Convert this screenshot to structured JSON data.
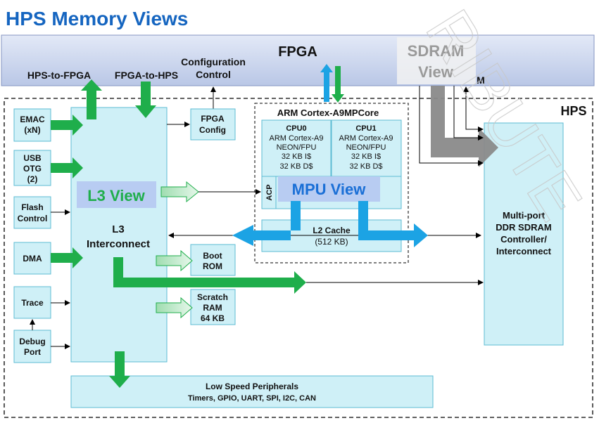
{
  "title": "HPS Memory Views",
  "watermark": "RIBUTE",
  "colors": {
    "title": "#1565C0",
    "fpga_band": "#C9D4EC",
    "block_fill": "#CFF0F7",
    "block_stroke": "#5CBBD3",
    "green": "#1FAE4B",
    "blue": "#1CA3E4",
    "gray": "#8A8A8A",
    "view_label_bg": "#B8CCF2"
  },
  "fpga": {
    "label": "FPGA",
    "hps_to_fpga": "HPS-to-FPGA",
    "fpga_to_hps": "FPGA-to-HPS",
    "config_line1": "Configuration",
    "config_line2": "Control",
    "sdram_line1": "SDRAM",
    "sdram_line2": "View",
    "sdram_suffix": "M"
  },
  "hps": {
    "label": "HPS"
  },
  "left_blocks": {
    "emac": [
      "EMAC",
      "(xN)"
    ],
    "usb": [
      "USB",
      "OTG",
      "(2)"
    ],
    "flash": [
      "Flash",
      "Control"
    ],
    "dma": "DMA",
    "trace": "Trace",
    "debug": [
      "Debug",
      "Port"
    ]
  },
  "l3": {
    "view_label": "L3 View",
    "name_line1": "L3",
    "name_line2": "Interconnect"
  },
  "mid_blocks": {
    "fpga_config": [
      "FPGA",
      "Config"
    ],
    "boot_rom": [
      "Boot",
      "ROM"
    ],
    "scratch_ram": [
      "Scratch",
      "RAM",
      "64 KB"
    ]
  },
  "mpu": {
    "title": "ARM Cortex-A9MPCore",
    "cpu0": [
      "CPU0",
      "ARM Cortex-A9",
      "NEON/FPU",
      "32 KB I$",
      "32 KB D$"
    ],
    "cpu1": [
      "CPU1",
      "ARM Cortex-A9",
      "NEON/FPU",
      "32 KB I$",
      "32 KB D$"
    ],
    "acp": "ACP",
    "view_label": "MPU View",
    "l2_line1": "L2 Cache",
    "l2_line2": "(512 KB)"
  },
  "ddr": [
    "Multi-port",
    "DDR SDRAM",
    "Controller/",
    "Interconnect"
  ],
  "peripherals": {
    "line1": "Low Speed Peripherals",
    "line2": "Timers, GPIO, UART, SPI, I2C, CAN"
  }
}
